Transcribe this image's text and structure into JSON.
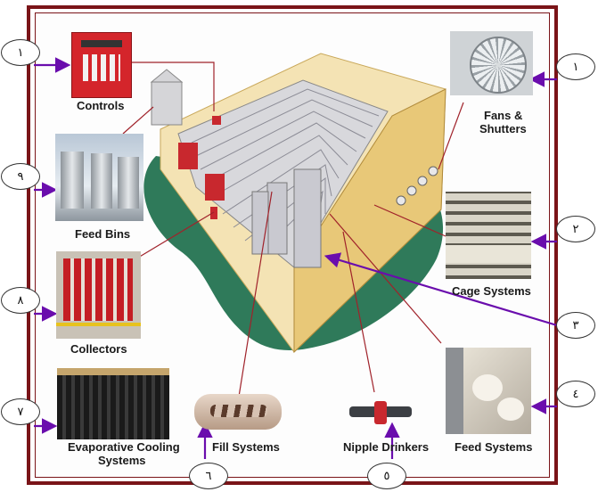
{
  "labels": {
    "controls": "Controls",
    "fans_1": "Fans &",
    "fans_2": "Shutters",
    "feed_bins": "Feed Bins",
    "cage_systems": "Cage Systems",
    "collectors": "Collectors",
    "evap_1": "Evaporative Cooling",
    "evap_2": "Systems",
    "fill_systems": "Fill Systems",
    "nipple_drinkers": "Nipple Drinkers",
    "feed_systems": "Feed Systems"
  },
  "numbers": {
    "controls": "١",
    "fans": "١",
    "feed_bins": "٩",
    "cage_systems": "٢",
    "collectors": "٨",
    "house": "٣",
    "feed_systems": "٤",
    "evap": "٧",
    "fill": "٦",
    "nipple": "٥"
  },
  "colors": {
    "frame": "#7a1418",
    "arrow": "#6a0dad",
    "leader": "#a0222a",
    "ground": "#2f7a5a",
    "roof": "#f4e3b4"
  }
}
